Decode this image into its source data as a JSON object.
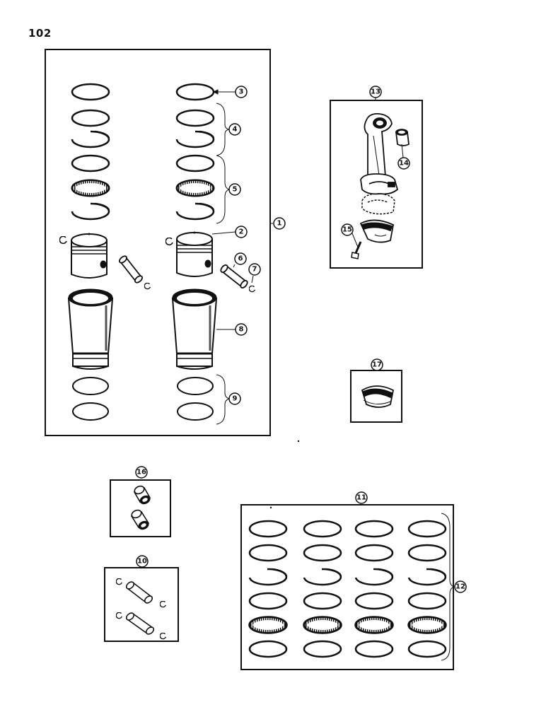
{
  "page_number": "102",
  "callouts": {
    "c1": "1",
    "c2": "2",
    "c3": "3",
    "c4": "4",
    "c5": "5",
    "c6": "6",
    "c7": "7",
    "c8": "8",
    "c9": "9",
    "c10": "10",
    "c11": "11",
    "c12": "12",
    "c13": "13",
    "c14": "14",
    "c15": "15",
    "c16": "16",
    "c17": "17"
  },
  "colors": {
    "line": "#111111",
    "paper": "#ffffff",
    "shade": "#555555"
  }
}
